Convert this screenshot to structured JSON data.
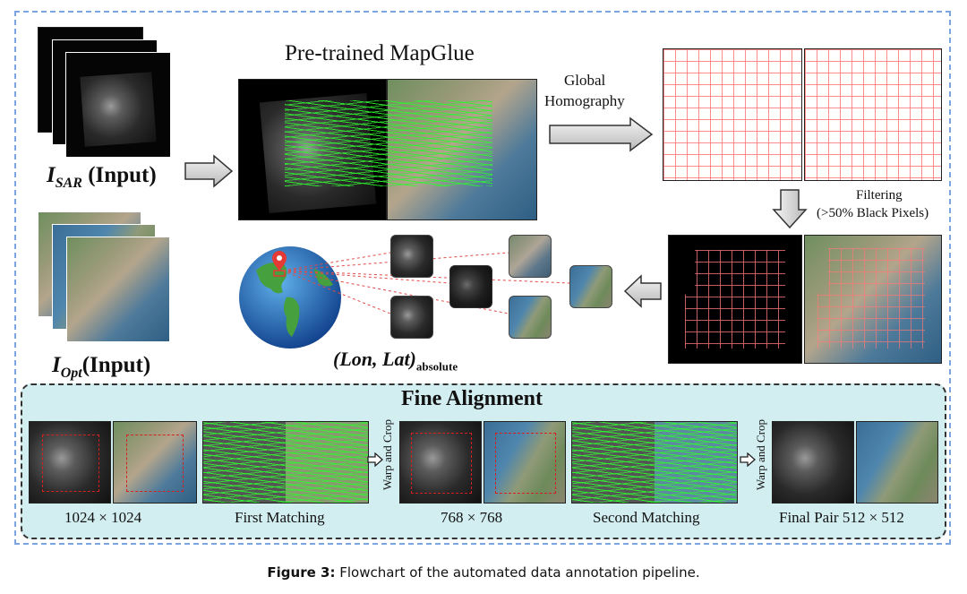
{
  "top": {
    "title": "Pre-trained MapGlue",
    "global_homography": [
      "Global",
      "Homography"
    ],
    "filtering": [
      "Filtering",
      "(>50% Black Pixels)"
    ],
    "sar_label": {
      "main": "I",
      "sub": "SAR",
      "suffix": " (Input)"
    },
    "opt_label": {
      "main": "I",
      "sub": "Opt",
      "suffix": "(Input)"
    },
    "lonlat": {
      "text": "(Lon, Lat)",
      "sub": "absolute"
    }
  },
  "fine": {
    "title": "Fine Alignment",
    "warp_crop_1": "Warp and Crop",
    "warp_crop_2": "Warp and Crop",
    "labels": [
      "1024 × 1024",
      "First Matching",
      "768 × 768",
      "Second Matching",
      "Final Pair 512 × 512"
    ]
  },
  "caption": {
    "prefix": "Figure 3:",
    "text": " Flowchart of the automated data annotation pipeline."
  },
  "colors": {
    "frame": "#7aa5e0",
    "fine_bg": "#d3eef1",
    "match": "#32e632",
    "redbox": "#d62020"
  }
}
